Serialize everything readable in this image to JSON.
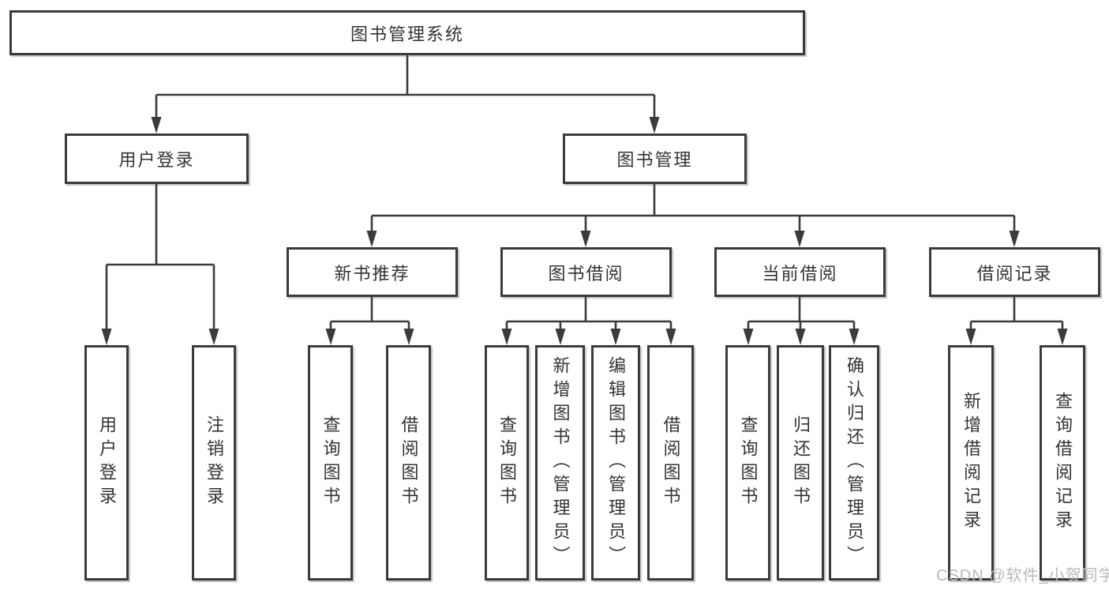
{
  "diagram": {
    "root": {
      "label": "图书管理系统"
    },
    "level2": [
      {
        "label": "用户登录"
      },
      {
        "label": "图书管理"
      }
    ],
    "level3": [
      {
        "label": "新书推荐"
      },
      {
        "label": "图书借阅"
      },
      {
        "label": "当前借阅"
      },
      {
        "label": "借阅记录"
      }
    ],
    "leaves": [
      {
        "label": "用户登录"
      },
      {
        "label": "注销登录"
      },
      {
        "label": "查询图书"
      },
      {
        "label": "借阅图书"
      },
      {
        "label": "查询图书"
      },
      {
        "label": "新增图书（管理员）"
      },
      {
        "label": "编辑图书（管理员）"
      },
      {
        "label": "借阅图书"
      },
      {
        "label": "查询图书"
      },
      {
        "label": "归还图书"
      },
      {
        "label": "确认归还（管理员）"
      },
      {
        "label": "新增借阅记录"
      },
      {
        "label": "查询借阅记录"
      }
    ],
    "colors": {
      "line": "#3b3b3b",
      "box_border": "#3b3b3b",
      "text": "#333333",
      "watermark": "#b6bac0",
      "background": "#ffffff"
    }
  },
  "watermark": {
    "text": "CSDN @软件_小贺同学"
  }
}
